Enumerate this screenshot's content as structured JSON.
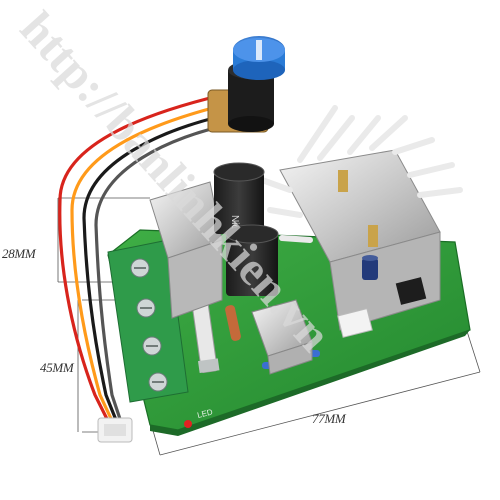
{
  "watermark": {
    "text": "http://banlinhkien.vn",
    "color": "#d9d9d9"
  },
  "dimensions": {
    "width_label": "28MM",
    "height_label": "45MM",
    "length_label": "77MM"
  },
  "board": {
    "components": [
      "potentiometer",
      "capacitors",
      "heatsinks",
      "screw-terminals",
      "fuse",
      "ic-chip",
      "led",
      "connector"
    ],
    "pcb_color": "#2e9a3c",
    "terminal_color": "#2f9b4a",
    "knob_color": "#2a7bd6",
    "capacitor_text": "Nichicon",
    "led_label": "LED"
  }
}
